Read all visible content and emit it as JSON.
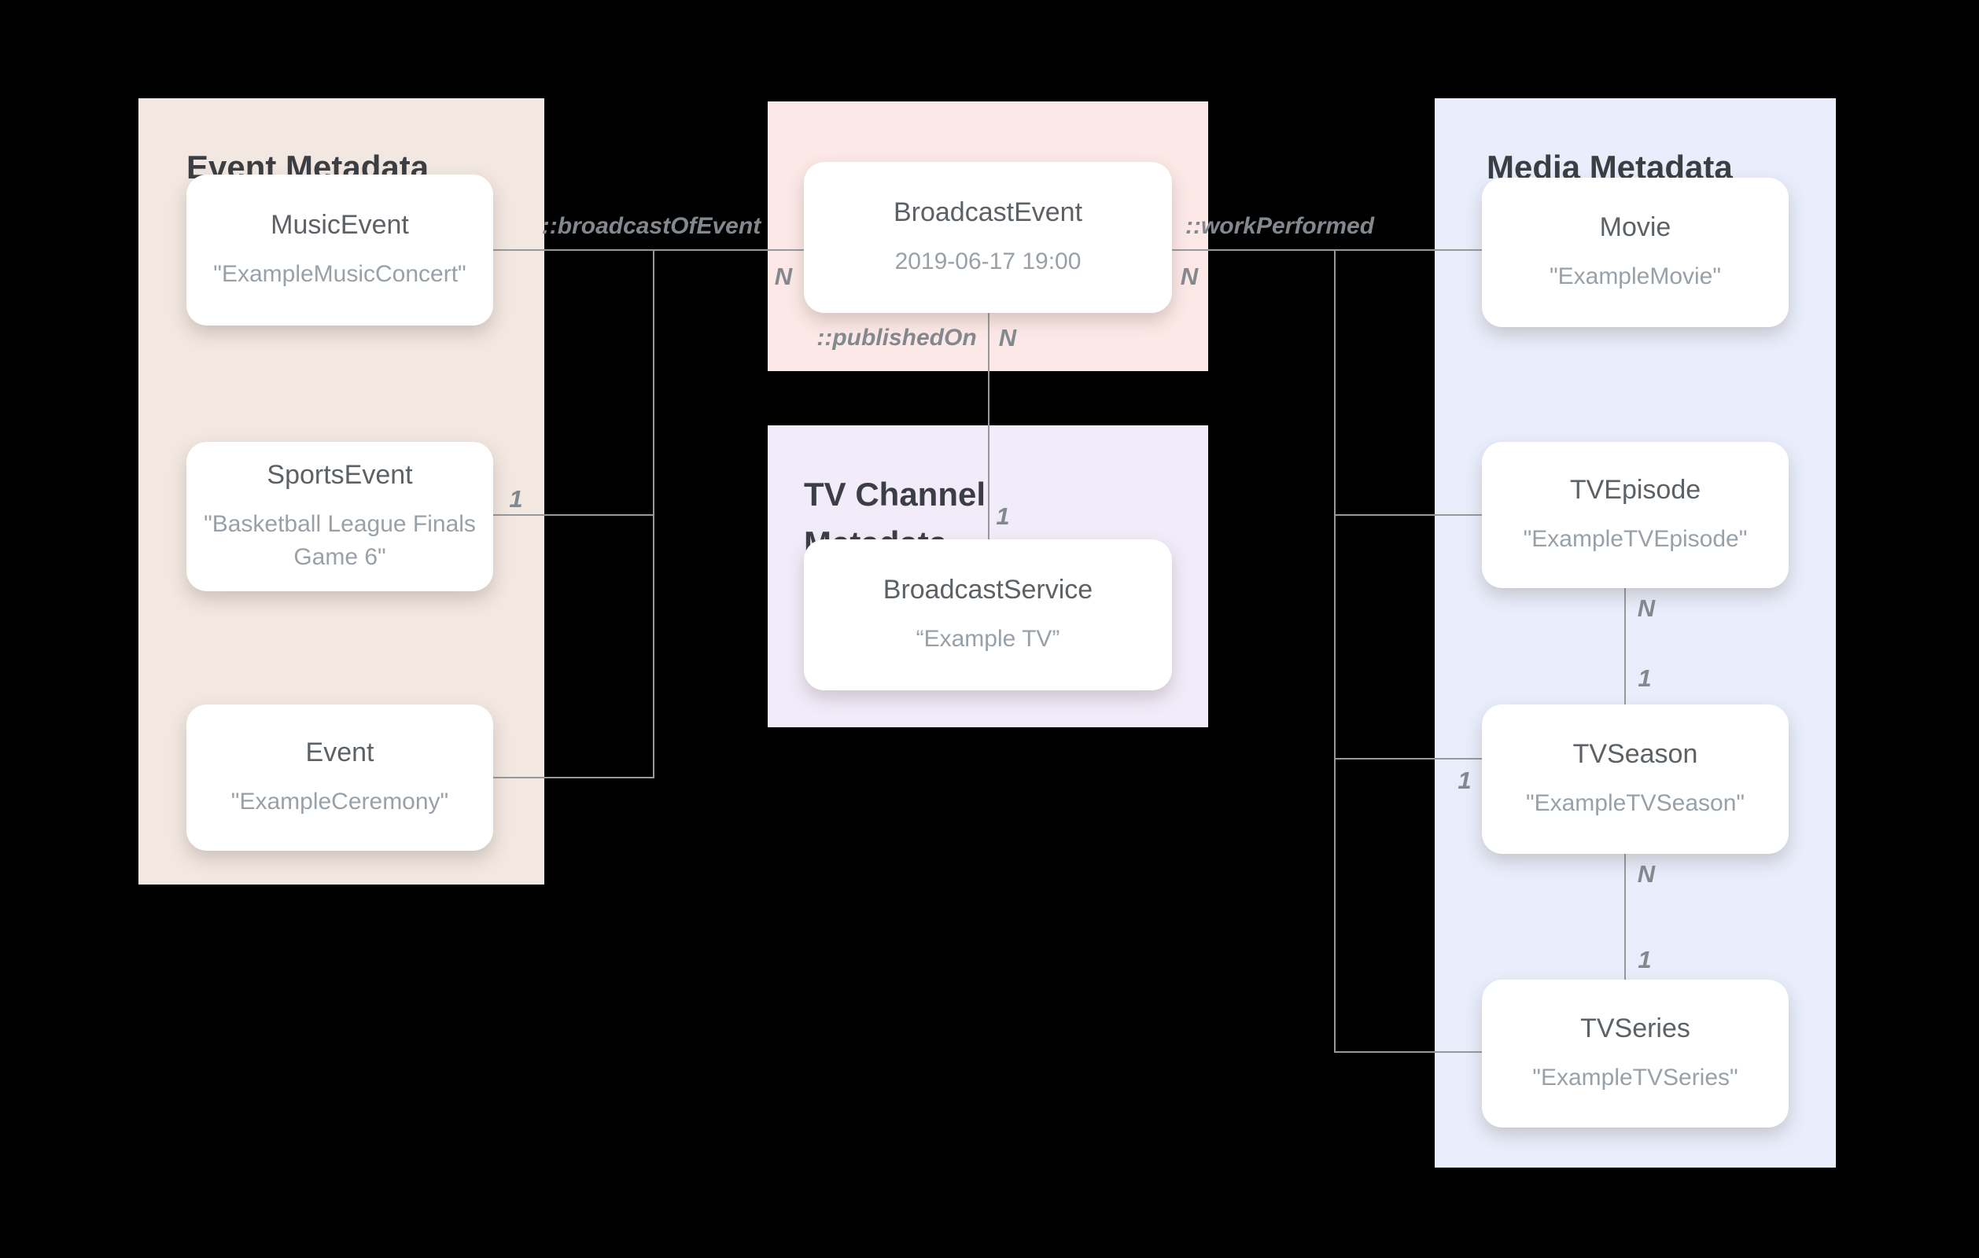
{
  "panels": {
    "event": {
      "title": "Event Metadata"
    },
    "tv_channel": {
      "title": "TV Channel\nMetadata"
    },
    "media": {
      "title": "Media Metadata"
    }
  },
  "nodes": {
    "music_event": {
      "title": "MusicEvent",
      "value": "\"ExampleMusicConcert\""
    },
    "sports_event": {
      "title": "SportsEvent",
      "value": "\"Basketball League Finals\nGame 6\""
    },
    "event": {
      "title": "Event",
      "value": "\"ExampleCeremony\""
    },
    "broadcast_event": {
      "title": "BroadcastEvent",
      "value": "2019-06-17 19:00"
    },
    "broadcast_service": {
      "title": "BroadcastService",
      "value": "“Example TV”"
    },
    "movie": {
      "title": "Movie",
      "value": "\"ExampleMovie\""
    },
    "tv_episode": {
      "title": "TVEpisode",
      "value": "\"ExampleTVEpisode\""
    },
    "tv_season": {
      "title": "TVSeason",
      "value": "\"ExampleTVSeason\""
    },
    "tv_series": {
      "title": "TVSeries",
      "value": "\"ExampleTVSeries\""
    }
  },
  "edges": {
    "broadcast_of_event": {
      "label": "::broadcastOfEvent"
    },
    "work_performed": {
      "label": "::workPerformed"
    },
    "published_on": {
      "label": "::publishedOn"
    }
  },
  "cardinalities": {
    "broadcast_of_event_n": "N",
    "broadcast_of_event_one": "1",
    "work_performed_n": "N",
    "work_performed_season_one": "1",
    "published_on_n": "N",
    "published_on_one": "1",
    "episode_season_n": "N",
    "episode_season_one": "1",
    "season_series_n": "N",
    "season_series_one": "1"
  },
  "colors": {
    "background": "#000000",
    "event_panel": "#f2e7e1",
    "broadcast_panel": "#fce9e7",
    "tv_channel_panel": "#f2ecfa",
    "media_panel": "#e9eefc",
    "node_background": "#ffffff",
    "line": "#97999c",
    "panel_title_text": "#3b3e42",
    "node_title_text": "#5c6166",
    "node_value_text": "#99a1a8",
    "edge_label_text": "#82888d"
  }
}
